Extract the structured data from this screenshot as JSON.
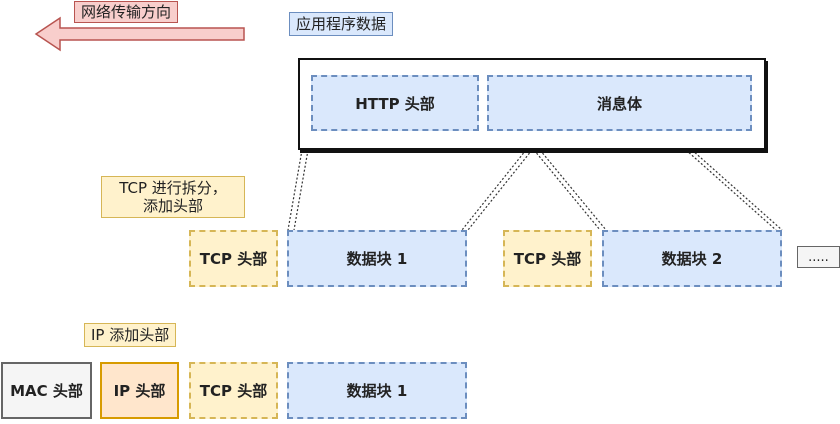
{
  "direction_label": "网络传输方向",
  "app_data_label": "应用程序数据",
  "http_header": "HTTP 头部",
  "message_body": "消息体",
  "tcp_split_label": "TCP 进行拆分，\n添加头部",
  "tcp_header": "TCP 头部",
  "data_block_1": "数据块 1",
  "data_block_2": "数据块 2",
  "ellipsis": ".....",
  "ip_add_label": "IP 添加头部",
  "mac_header": "MAC 头部",
  "ip_header": "IP 头部"
}
